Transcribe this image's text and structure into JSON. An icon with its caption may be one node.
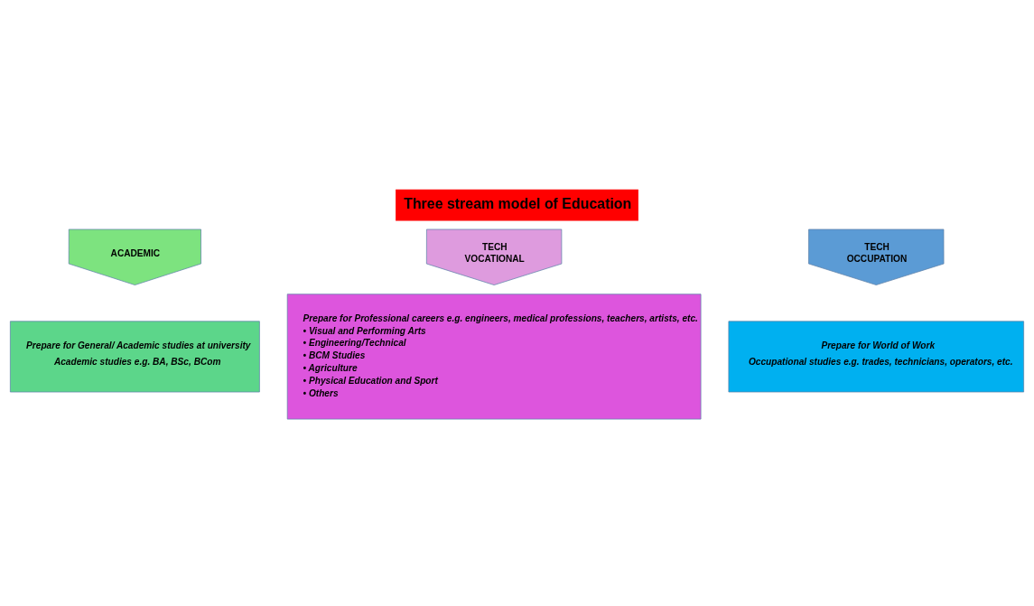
{
  "diagram": {
    "title": "Three stream model of Education",
    "nodes": [
      {
        "text": [
          "ACADEMIC"
        ]
      },
      {
        "text": [
          "Prepare for General/ Academic studies at university",
          "Academic studies e.g. BA, BSc, BCom"
        ]
      },
      {
        "text": [
          "TECH",
          "VOCATIONAL"
        ]
      },
      {
        "text": [
          "Prepare for Professional careers e.g. engineers, medical professions, teachers, artists, etc.",
          "• Visual and Performing Arts",
          "• Engineering/Technical",
          "• BCM Studies",
          "• Agriculture",
          "• Physical Education and Sport",
          "• Others"
        ]
      },
      {
        "text": [
          "TECH",
          "OCCUPATION"
        ]
      },
      {
        "text": [
          "Prepare for World of Work",
          "Occupational studies e.g. trades, technicians, operators, etc."
        ]
      }
    ],
    "edges": []
  }
}
